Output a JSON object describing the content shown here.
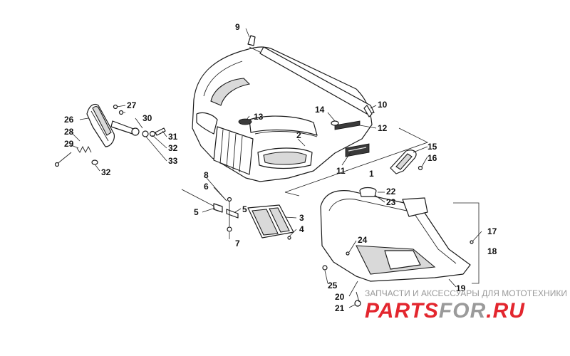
{
  "callouts": [
    {
      "id": "c1",
      "text": "1"
    },
    {
      "id": "c2",
      "text": "2"
    },
    {
      "id": "c3",
      "text": "3"
    },
    {
      "id": "c4",
      "text": "4"
    },
    {
      "id": "c5a",
      "text": "5"
    },
    {
      "id": "c5b",
      "text": "5"
    },
    {
      "id": "c6",
      "text": "6"
    },
    {
      "id": "c7",
      "text": "7"
    },
    {
      "id": "c8",
      "text": "8"
    },
    {
      "id": "c9",
      "text": "9"
    },
    {
      "id": "c10",
      "text": "10"
    },
    {
      "id": "c11",
      "text": "11"
    },
    {
      "id": "c12",
      "text": "12"
    },
    {
      "id": "c13",
      "text": "13"
    },
    {
      "id": "c14",
      "text": "14"
    },
    {
      "id": "c15",
      "text": "15"
    },
    {
      "id": "c16",
      "text": "16"
    },
    {
      "id": "c17",
      "text": "17"
    },
    {
      "id": "c18",
      "text": "18"
    },
    {
      "id": "c19",
      "text": "19"
    },
    {
      "id": "c20",
      "text": "20"
    },
    {
      "id": "c21",
      "text": "21"
    },
    {
      "id": "c22",
      "text": "22"
    },
    {
      "id": "c23",
      "text": "23"
    },
    {
      "id": "c24",
      "text": "24"
    },
    {
      "id": "c25",
      "text": "25"
    },
    {
      "id": "c26",
      "text": "26"
    },
    {
      "id": "c27",
      "text": "27"
    },
    {
      "id": "c28",
      "text": "28"
    },
    {
      "id": "c29",
      "text": "29"
    },
    {
      "id": "c30",
      "text": "30"
    },
    {
      "id": "c31",
      "text": "31"
    },
    {
      "id": "c32a",
      "text": "32"
    },
    {
      "id": "c32b",
      "text": "32"
    },
    {
      "id": "c33",
      "text": "33"
    }
  ],
  "watermark": {
    "tagline": "ЗАПЧАСТИ И АКСЕССУАРЫ ДЛЯ МОТОТЕХНИКИ",
    "logo_part1": "PARTS",
    "logo_part2": "FOR",
    "logo_part3": ".RU",
    "color_red": "#e3262e",
    "color_gray": "#9a9a9a"
  }
}
